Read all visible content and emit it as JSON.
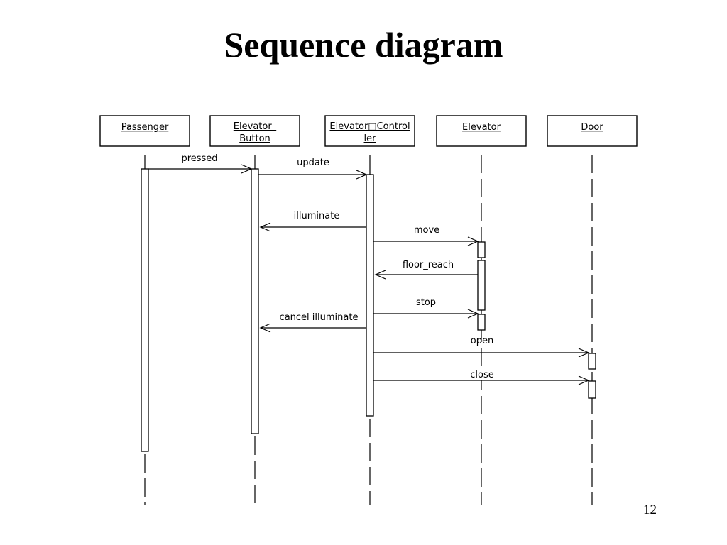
{
  "slide": {
    "title": "Sequence diagram",
    "page_number": "12"
  },
  "diagram": {
    "lifelines": [
      {
        "id": "passenger",
        "lines": [
          "Passenger"
        ]
      },
      {
        "id": "button",
        "lines": [
          "Elevator_",
          "Button"
        ]
      },
      {
        "id": "controller",
        "lines": [
          "Elevator□Control",
          "ler"
        ]
      },
      {
        "id": "elevator",
        "lines": [
          "Elevator"
        ]
      },
      {
        "id": "door",
        "lines": [
          "Door"
        ]
      }
    ],
    "messages": [
      {
        "label": "pressed",
        "from": "passenger",
        "to": "button"
      },
      {
        "label": "update",
        "from": "button",
        "to": "controller"
      },
      {
        "label": "illuminate",
        "from": "controller",
        "to": "button"
      },
      {
        "label": "move",
        "from": "controller",
        "to": "elevator"
      },
      {
        "label": "floor_reach",
        "from": "elevator",
        "to": "controller"
      },
      {
        "label": "stop",
        "from": "controller",
        "to": "elevator"
      },
      {
        "label": "cancel illuminate",
        "from": "controller",
        "to": "button"
      },
      {
        "label": "open",
        "from": "controller",
        "to": "door"
      },
      {
        "label": "close",
        "from": "controller",
        "to": "door"
      }
    ]
  }
}
